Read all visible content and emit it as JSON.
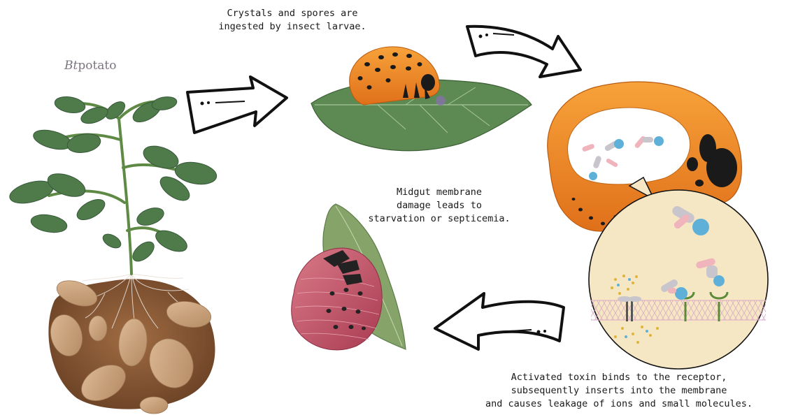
{
  "plant_label": {
    "italic": "Bt",
    "rest": "potato"
  },
  "captions": {
    "ingestion": [
      "Crystals and spores are",
      "ingested by insect larvae."
    ],
    "damage": [
      "Midgut membrane",
      "damage leads to",
      "starvation or septicemia."
    ],
    "binding": [
      "Activated toxin binds to the receptor,",
      "subsequently inserts into the membrane",
      "and causes leakage of ions and small molecules."
    ]
  },
  "colors": {
    "leaf": "#4f7a4a",
    "larva_orange": "#f08a1a",
    "larva_red": "#c9546a",
    "tuber": "#c9a27c",
    "soil": "#8a5a35",
    "toxin": "#c9c5cc",
    "toxin_head": "#5fb0d8",
    "receptor": "#5a8a3a",
    "zoom_bg": "#f6e7c4"
  }
}
